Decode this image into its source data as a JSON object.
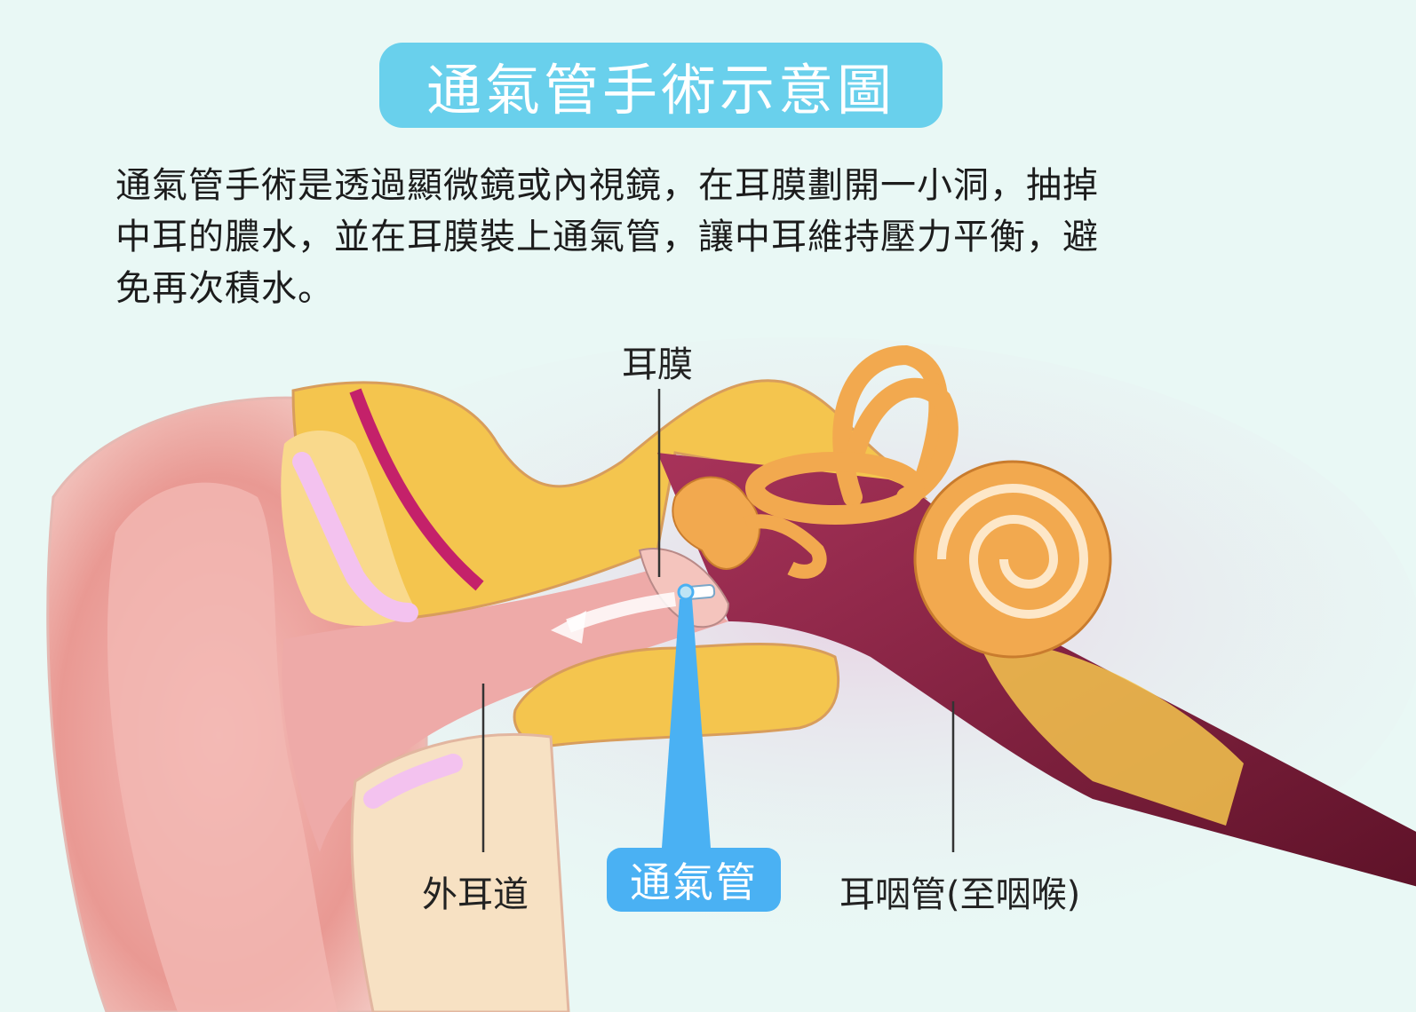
{
  "title": "通氣管手術示意圖",
  "description_lines": [
    "通氣管手術是透過顯微鏡或內視鏡，在耳膜劃開一小洞，抽掉",
    "中耳的膿水，並在耳膜裝上通氣管，讓中耳維持壓力平衡，避",
    "免再次積水。"
  ],
  "labels": {
    "eardrum": "耳膜",
    "ear_canal": "外耳道",
    "ventilation_tube": "通氣管",
    "eustachian_tube": "耳咽管(至咽喉)"
  },
  "colors": {
    "background": "#e9f8f5",
    "title_pill": "#69d0ec",
    "tube_badge": "#4ab1f3",
    "bone": "#f4c54e",
    "skin": "#f1a9a6",
    "cavity": "#7c1e3a",
    "inner_ear": "#f2a94f"
  }
}
